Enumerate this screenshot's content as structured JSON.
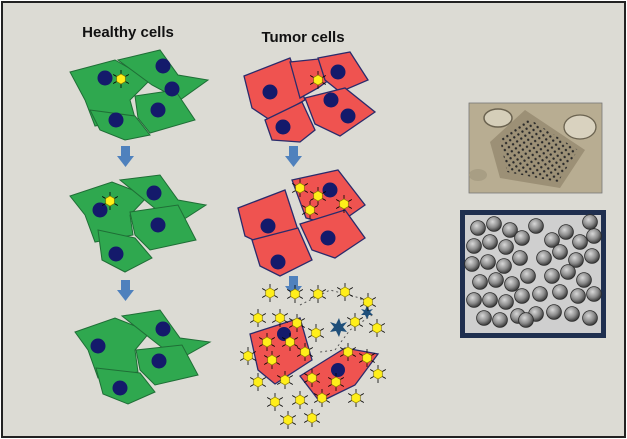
{
  "panel": {
    "background": "#dcdbd4",
    "border": "#222222"
  },
  "columns": {
    "healthy": {
      "title": "Healthy cells",
      "cell_color": "#2fa84f",
      "cell_edge": "#1f6e36"
    },
    "tumor": {
      "title": "Tumor cells",
      "cell_color": "#ef5350",
      "cell_edge": "#2b2b6b"
    }
  },
  "nucleus_color": "#141a6b",
  "particle_color": "#ffef1a",
  "arrow_color": "#4f81bd",
  "micrographs": {
    "count": 2
  }
}
